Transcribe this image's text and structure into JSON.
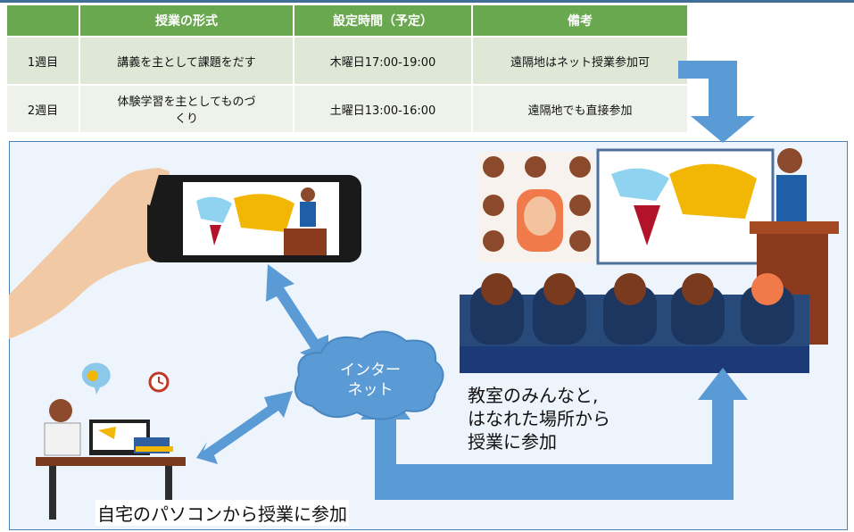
{
  "table": {
    "headers": [
      "",
      "授業の形式",
      "設定時間（予定）",
      "備考"
    ],
    "rows": [
      {
        "week": "1週目",
        "format": "講義を主として課題をだす",
        "time": "木曜日17:00-19:00",
        "note": "遠隔地はネット授業参加可"
      },
      {
        "week": "2週目",
        "format_line1": "体験学習を主としてものづ",
        "format_line2": "くり",
        "time": "土曜日13:00-16:00",
        "note": "遠隔地でも直接参加"
      }
    ]
  },
  "diagram": {
    "cloud_line1": "インター",
    "cloud_line2": "ネット",
    "classroom_caption": [
      "教室のみんなと,",
      "はなれた場所から",
      "授業に参加"
    ],
    "home_caption": "自宅のパソコンから授業に参加"
  },
  "colors": {
    "header_green": "#6aa84f",
    "arrow_blue": "#5b9bd5",
    "cloud_blue": "#5b9bd5",
    "frame_blue": "#3f6f99"
  }
}
